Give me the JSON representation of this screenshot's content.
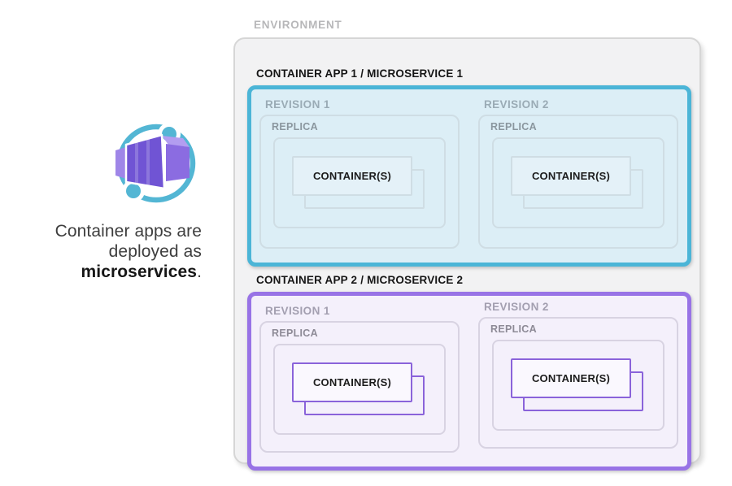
{
  "left_panel": {
    "icon": {
      "name": "azure-container-apps-icon",
      "ring": "#53b6d4",
      "purple_dark": "#7054d4",
      "purple_mid": "#8b6ce1",
      "purple_light": "#b39df0",
      "purple_fin": "#9f86e8"
    },
    "caption": {
      "line1": "Container apps are",
      "line2": "deployed as",
      "emphasis": "microservices",
      "suffix": "."
    }
  },
  "environment": {
    "label": "ENVIRONMENT",
    "panel_bg": "#f2f2f3",
    "panel_border": "#d6d6d6",
    "apps": [
      {
        "title": "CONTAINER APP 1 / MICROSERVICE 1",
        "accent": "#4bb5d7",
        "bg": "#dceef6",
        "inner_border": "#cfdde4",
        "card_border": "#cfdde4",
        "card_bg": "#e4f1f8",
        "rev_label_color": "#9aabb5",
        "replica_label_color": "#8a969e",
        "revisions": [
          {
            "label": "REVISION 1",
            "replica": "REPLICA",
            "containers": "CONTAINER(S)"
          },
          {
            "label": "REVISION 2",
            "replica": "REPLICA",
            "containers": "CONTAINER(S)"
          }
        ]
      },
      {
        "title": "CONTAINER APP 2 / MICROSERVICE 2",
        "accent": "#9873e6",
        "bg": "#f4f0fb",
        "inner_border": "#d8d3e2",
        "card_border": "#8a63da",
        "card_bg": "#faf8fe",
        "rev_label_color": "#a39fb0",
        "replica_label_color": "#8d8a96",
        "revisions": [
          {
            "label": "REVISION 1",
            "replica": "REPLICA",
            "containers": "CONTAINER(S)"
          },
          {
            "label": "REVISION 2",
            "replica": "REPLICA",
            "containers": "CONTAINER(S)"
          }
        ]
      }
    ]
  }
}
